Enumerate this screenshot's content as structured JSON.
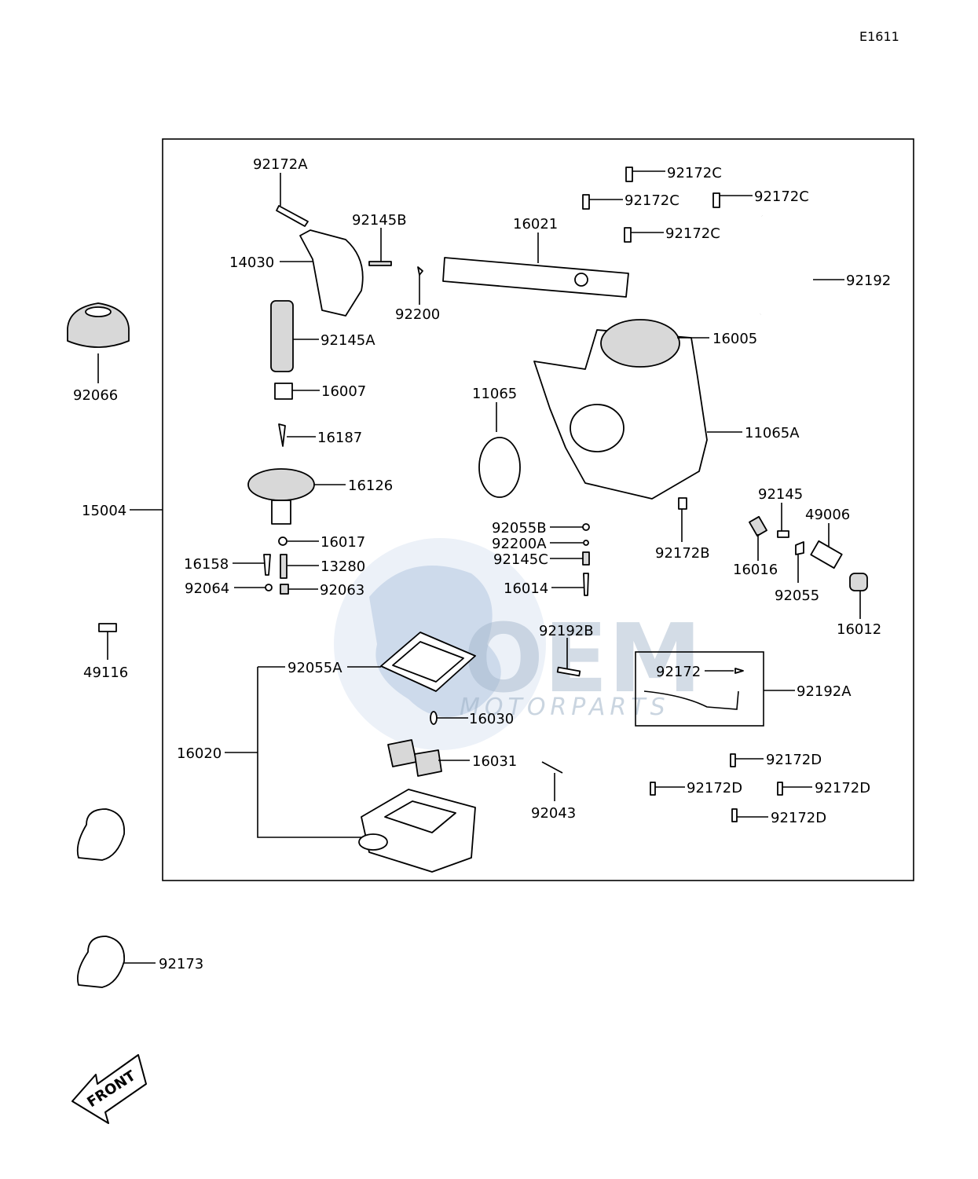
{
  "diagram": {
    "code": "E1611",
    "watermark": {
      "brand": "OEM",
      "sub": "MOTORPARTS"
    },
    "front_label": "FRONT",
    "labels": [
      "92172A",
      "92145B",
      "16021",
      "92172C",
      "92172C",
      "92172C",
      "92172C",
      "92192",
      "14030",
      "92200",
      "92145A",
      "16005",
      "92066",
      "16007",
      "11065",
      "11065A",
      "16187",
      "16126",
      "15004",
      "92145",
      "49006",
      "16017",
      "92055B",
      "92200A",
      "92172B",
      "16158",
      "13280",
      "92145C",
      "16016",
      "92064",
      "92063",
      "16014",
      "92055",
      "16012",
      "49116",
      "92192B",
      "92055A",
      "92172",
      "92192A",
      "16030",
      "16020",
      "16031",
      "92172D",
      "92172D",
      "92172D",
      "92043",
      "92172D",
      "92173"
    ]
  }
}
